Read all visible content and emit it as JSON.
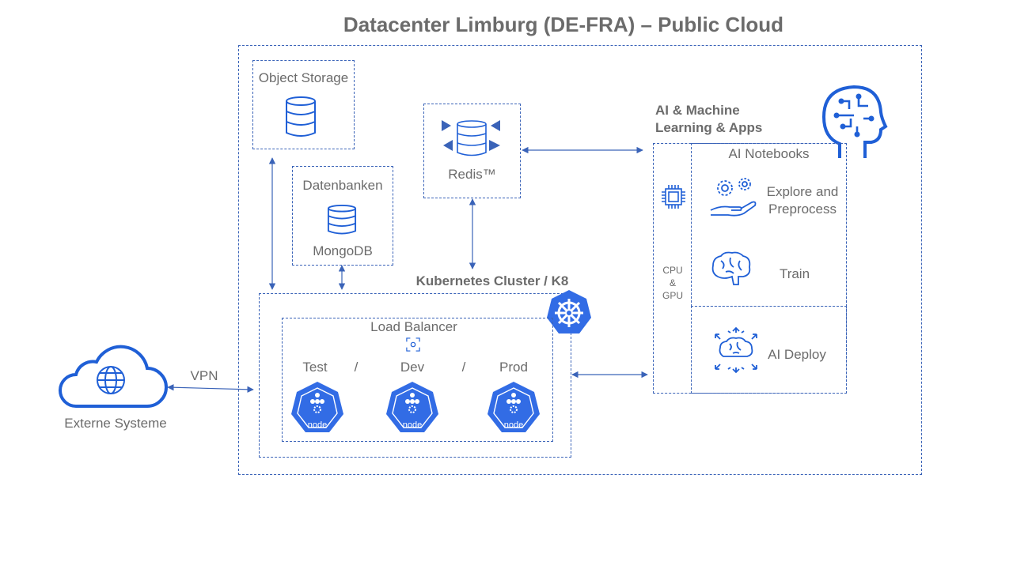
{
  "title": "Datacenter Limburg (DE-FRA) – Public Cloud",
  "object_storage": {
    "label": "Object Storage",
    "icon": "database-icon"
  },
  "databases": {
    "label": "Datenbanken",
    "db_label": "MongoDB",
    "icon": "database-icon"
  },
  "redis": {
    "label": "Redis™",
    "icon": "redis-icon"
  },
  "kubernetes": {
    "label": "Kubernetes Cluster / K8",
    "icon": "kubernetes-helm-icon",
    "load_balancer": "Load Balancer",
    "environments": [
      {
        "label": "Test",
        "node": "node"
      },
      {
        "label": "Dev",
        "node": "node"
      },
      {
        "label": "Prod",
        "node": "node"
      }
    ],
    "separator": "/"
  },
  "external": {
    "label": "Externe Systeme",
    "icon": "cloud-globe-icon",
    "vpn": "VPN"
  },
  "ai": {
    "heading_line1": "AI & Machine",
    "heading_line2": "Learning & Apps",
    "icon": "ai-head-icon",
    "compute_line1": "CPU",
    "compute_line2": "&",
    "compute_line3": "GPU",
    "notebooks": "AI Notebooks",
    "explore_line1": "Explore and",
    "explore_line2": "Preprocess",
    "train": "Train",
    "deploy": "AI Deploy"
  },
  "colors": {
    "accent": "#3a63b8",
    "icon_blue": "#1f5fd6",
    "text": "#6b6b6b"
  }
}
